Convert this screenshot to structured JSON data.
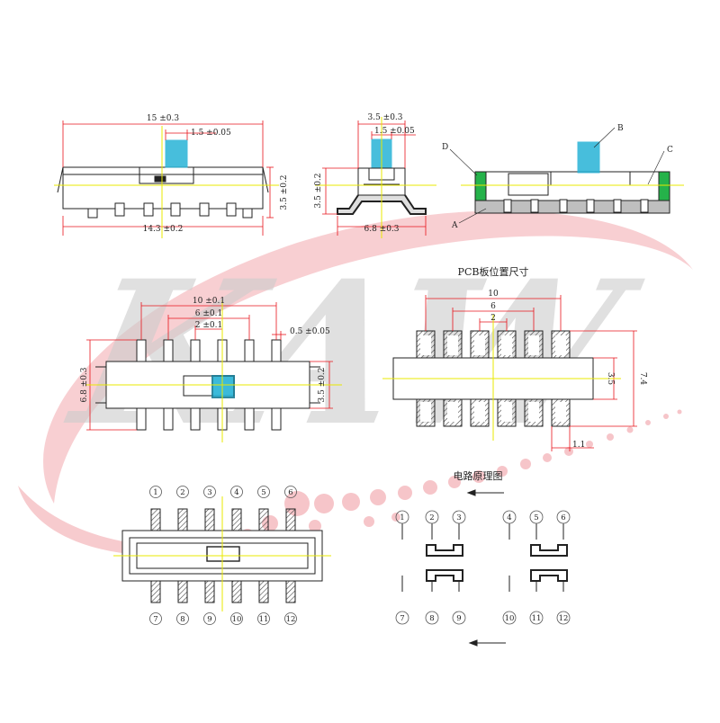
{
  "watermark": {
    "text": "KAW",
    "color": "#c8c8c8"
  },
  "colors": {
    "outline": "#222222",
    "dimension": "#e8141b",
    "center_line": "#e8e800",
    "actuator": "#27b3d6",
    "pcb_green": "#25b24a",
    "watermark_red": "#f1a0a6"
  },
  "side_view": {
    "overall_width": "15 ±0.3",
    "actuator_width": "1.5 ±0.05",
    "height": "3.5 ±0.2",
    "base_width": "14.3 ±0.2"
  },
  "end_view": {
    "top_width": "3.5 ±0.3",
    "actuator_width": "1.5 ±0.05",
    "height": "3.5 ±0.2",
    "foot_width": "6.8 ±0.3"
  },
  "section_view": {
    "callouts": [
      "A",
      "B",
      "C",
      "D"
    ]
  },
  "top_view": {
    "pitch_10": "10 ±0.1",
    "pitch_6": "6 ±0.1",
    "pitch_2": "2 ±0.1",
    "pin_width": "0.5 ±0.05",
    "overall_height": "6.8 ±0.3",
    "body_height": "3.5 ±0.2"
  },
  "pcb_layout": {
    "title": "PCB板位置尺寸",
    "dim_10": "10",
    "dim_6": "6",
    "dim_2": "2",
    "dim_3_5": "3.5",
    "dim_7_4": "7.4",
    "dim_1_1": "1.1"
  },
  "schematic": {
    "title": "电路原理图",
    "top_pins": [
      "1",
      "2",
      "3",
      "4",
      "5",
      "6"
    ],
    "bottom_pins": [
      "7",
      "8",
      "9",
      "10",
      "11",
      "12"
    ]
  },
  "pinout_view": {
    "top_pins": [
      "1",
      "2",
      "3",
      "4",
      "5",
      "6"
    ],
    "bottom_pins": [
      "7",
      "8",
      "9",
      "10",
      "11",
      "12"
    ]
  }
}
